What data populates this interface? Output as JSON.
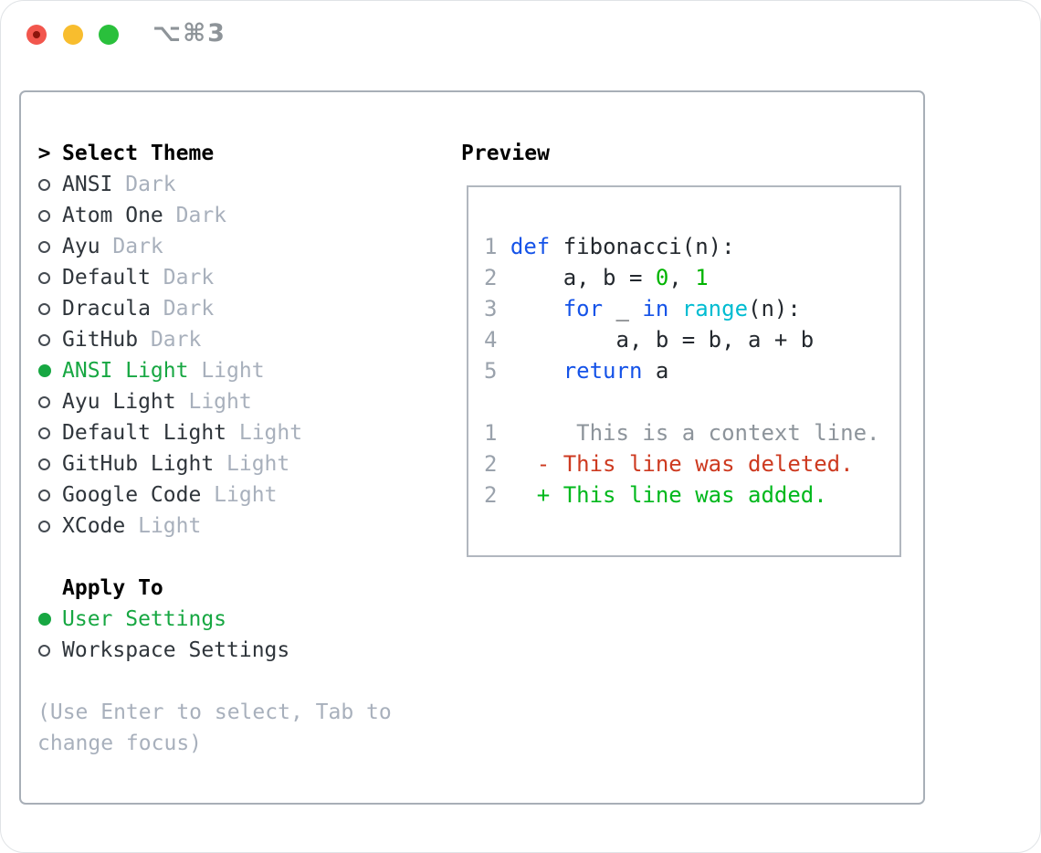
{
  "titlebar": {
    "shortcut": "⌥⌘3"
  },
  "theme_panel": {
    "header": {
      "marker": ">",
      "label": "Select Theme"
    },
    "themes": [
      {
        "name": "ANSI",
        "tag": "Dark",
        "selected": false
      },
      {
        "name": "Atom One",
        "tag": "Dark",
        "selected": false
      },
      {
        "name": "Ayu",
        "tag": "Dark",
        "selected": false
      },
      {
        "name": "Default",
        "tag": "Dark",
        "selected": false
      },
      {
        "name": "Dracula",
        "tag": "Dark",
        "selected": false
      },
      {
        "name": "GitHub",
        "tag": "Dark",
        "selected": false
      },
      {
        "name": "ANSI Light",
        "tag": "Light",
        "selected": true
      },
      {
        "name": "Ayu Light",
        "tag": "Light",
        "selected": false
      },
      {
        "name": "Default Light",
        "tag": "Light",
        "selected": false
      },
      {
        "name": "GitHub Light",
        "tag": "Light",
        "selected": false
      },
      {
        "name": "Google Code",
        "tag": "Light",
        "selected": false
      },
      {
        "name": "XCode",
        "tag": "Light",
        "selected": false
      }
    ],
    "apply_to": {
      "label": "Apply To",
      "options": [
        {
          "name": "User Settings",
          "selected": true
        },
        {
          "name": "Workspace Settings",
          "selected": false
        }
      ]
    },
    "help_lines": [
      "(Use Enter to select, Tab to",
      "change focus)"
    ]
  },
  "preview": {
    "label": "Preview",
    "code_lines": [
      {
        "num": "1",
        "tokens": [
          {
            "c": "t",
            "x": " "
          },
          {
            "c": "k",
            "x": "def"
          },
          {
            "c": "t",
            "x": " fibonacci(n):"
          }
        ]
      },
      {
        "num": "2",
        "tokens": [
          {
            "c": "t",
            "x": "     a, b = "
          },
          {
            "c": "n",
            "x": "0"
          },
          {
            "c": "t",
            "x": ", "
          },
          {
            "c": "n",
            "x": "1"
          }
        ]
      },
      {
        "num": "3",
        "tokens": [
          {
            "c": "t",
            "x": "     "
          },
          {
            "c": "k",
            "x": "for"
          },
          {
            "c": "t",
            "x": " _ "
          },
          {
            "c": "k",
            "x": "in"
          },
          {
            "c": "t",
            "x": " "
          },
          {
            "c": "b",
            "x": "range"
          },
          {
            "c": "t",
            "x": "(n):"
          }
        ]
      },
      {
        "num": "4",
        "tokens": [
          {
            "c": "t",
            "x": "         a, b = b, a + b"
          }
        ]
      },
      {
        "num": "5",
        "tokens": [
          {
            "c": "t",
            "x": "     "
          },
          {
            "c": "k",
            "x": "return"
          },
          {
            "c": "t",
            "x": " a"
          }
        ]
      }
    ],
    "diff_lines": [
      {
        "num": "1",
        "tokens": [
          {
            "c": "ctx",
            "x": "      This is a context line."
          }
        ]
      },
      {
        "num": "2",
        "tokens": [
          {
            "c": "del",
            "x": "   - This line was deleted."
          }
        ]
      },
      {
        "num": "2",
        "tokens": [
          {
            "c": "add",
            "x": "   + This line was added."
          }
        ]
      }
    ]
  },
  "colors": {
    "accent_green": "#17a742",
    "muted": "#a8b0bc",
    "item_text": "#2f353b",
    "radio_ring": "#454b52",
    "panel_border": "#a8afb7",
    "box_border": "#b1b7bf",
    "linenum": "#9aa2ac",
    "code_keyword": "#1553e8",
    "code_number": "#00b400",
    "code_builtin": "#00bcd1",
    "code_text": "#23282e",
    "diff_context": "#8d949b",
    "diff_deleted": "#cd3a20",
    "diff_added": "#00b81c",
    "title_gray": "#8e9499",
    "tl_red": "#f2564d",
    "tl_red_dot": "#8c150c",
    "tl_yellow": "#f8bd2e",
    "tl_green": "#2ac03c"
  }
}
